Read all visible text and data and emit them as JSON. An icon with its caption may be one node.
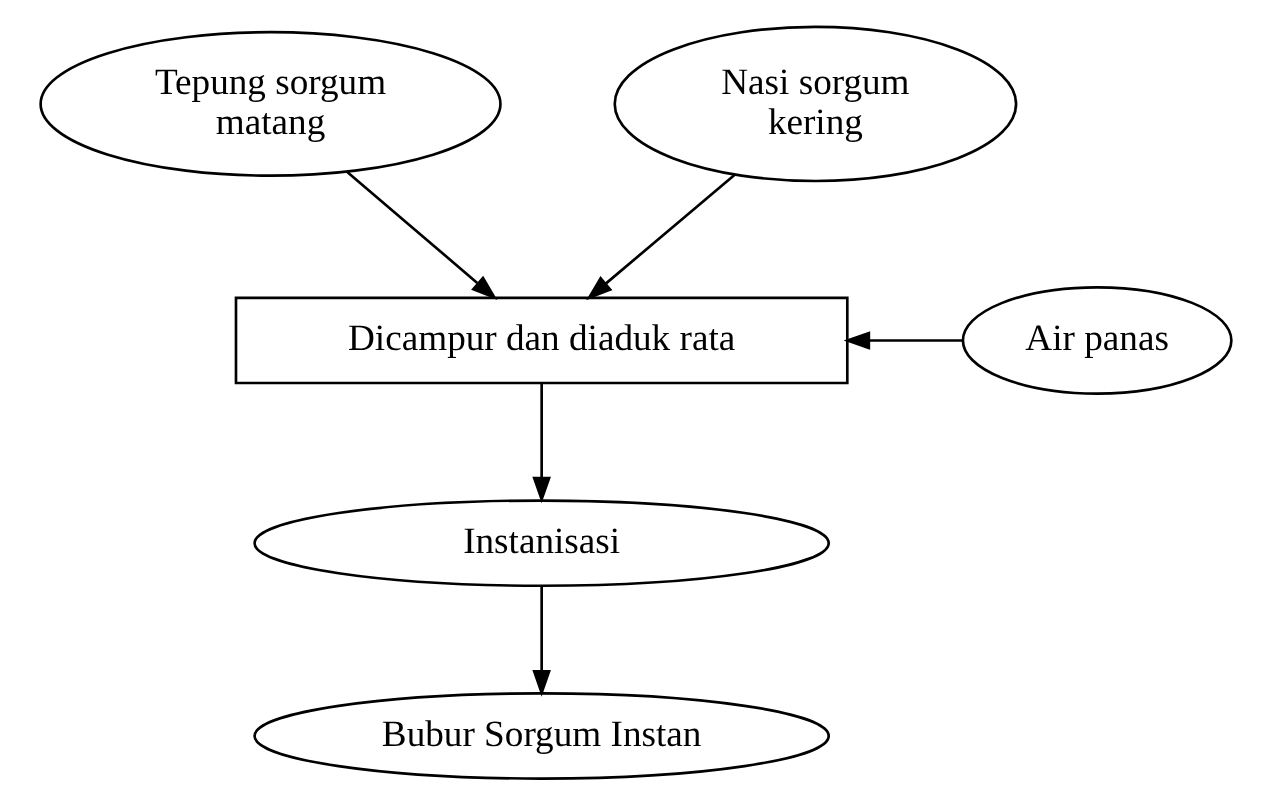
{
  "diagram": {
    "nodes": [
      {
        "text": [
          "Tepung sorgum matang"
        ]
      },
      {
        "text": [
          "Nasi sorgum kering"
        ]
      },
      {
        "text": [
          "Dicampur dan diaduk rata"
        ]
      },
      {
        "text": [
          "Air panas"
        ]
      },
      {
        "text": [
          "Instanisasi"
        ]
      },
      {
        "text": [
          "Bubur Sorgum Instan"
        ]
      }
    ],
    "edges": [
      {
        "from": 0,
        "to": 2,
        "arrow": "to"
      },
      {
        "from": 1,
        "to": 2,
        "arrow": "to"
      },
      {
        "from": 3,
        "to": 2,
        "arrow": "to"
      },
      {
        "from": 2,
        "to": 4,
        "arrow": "to"
      },
      {
        "from": 4,
        "to": 5,
        "arrow": "to"
      }
    ]
  }
}
